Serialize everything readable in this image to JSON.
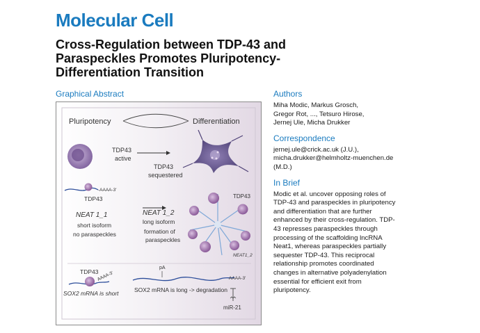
{
  "header": {
    "journal": "Molecular Cell",
    "title": "Cross-Regulation between TDP-43 and Paraspeckles Promotes Pluripotency-Differentiation Transition"
  },
  "graphical_abstract": {
    "heading": "Graphical Abstract",
    "pluripotency": "Pluripotency",
    "differentiation": "Differentiation",
    "tdp43_active_1": "TDP43",
    "tdp43_active_2": "active",
    "tdp43_seq_1": "TDP43",
    "tdp43_seq_2": "sequestered",
    "polya_short": "-AAAA-3'",
    "tdp43_label": "TDP43",
    "neat1_1": "NEAT 1_1",
    "short_isoform": "short isoform",
    "no_paraspeckles": "no paraspeckles",
    "neat1_2": "NEAT 1_2",
    "long_isoform": "long isoform",
    "formation_of": "formation of",
    "paraspeckles": "paraspeckles",
    "tdp43_ps": "TDP43",
    "neat1_2_small": "NEAT1_2",
    "tdp43_sox2": "TDP43",
    "polya_sox2": "AAAA-3'",
    "sox2_short": "SOX2 mRNA is short",
    "pa": "pA",
    "polya_long": "AAAA-3'",
    "sox2_long": "SOX2 mRNA is long -> degradation",
    "mir21": "miR-21"
  },
  "authors": {
    "heading": "Authors",
    "line1": "Miha Modic, Markus Grosch,",
    "line2": "Gregor Rot, ..., Tetsuro Hirose,",
    "line3": "Jernej Ule, Micha Drukker"
  },
  "correspondence": {
    "heading": "Correspondence",
    "line1": "jernej.ule@crick.ac.uk (J.U.),",
    "line2": "micha.drukker@helmholtz-muenchen.de",
    "line3": "(M.D.)"
  },
  "in_brief": {
    "heading": "In Brief",
    "lines": [
      "Modic et al. uncover opposing roles of",
      "TDP-43 and paraspeckles in pluripotency",
      "and differentiation that are further",
      "enhanced by their cross-regulation. TDP-",
      "43 represses paraspeckles through",
      "processing of the scaffolding lncRNA",
      "Neat1, whereas paraspeckles partially",
      "sequester TDP-43. This reciprocal",
      "relationship promotes coordinated",
      "changes in alternative polyadenylation",
      "essential for efficient exit from",
      "pluripotency."
    ]
  },
  "colors": {
    "accent": "#1a7bbf",
    "purple": "#8f5a9c",
    "cell_dark": "#5b4a7e"
  }
}
